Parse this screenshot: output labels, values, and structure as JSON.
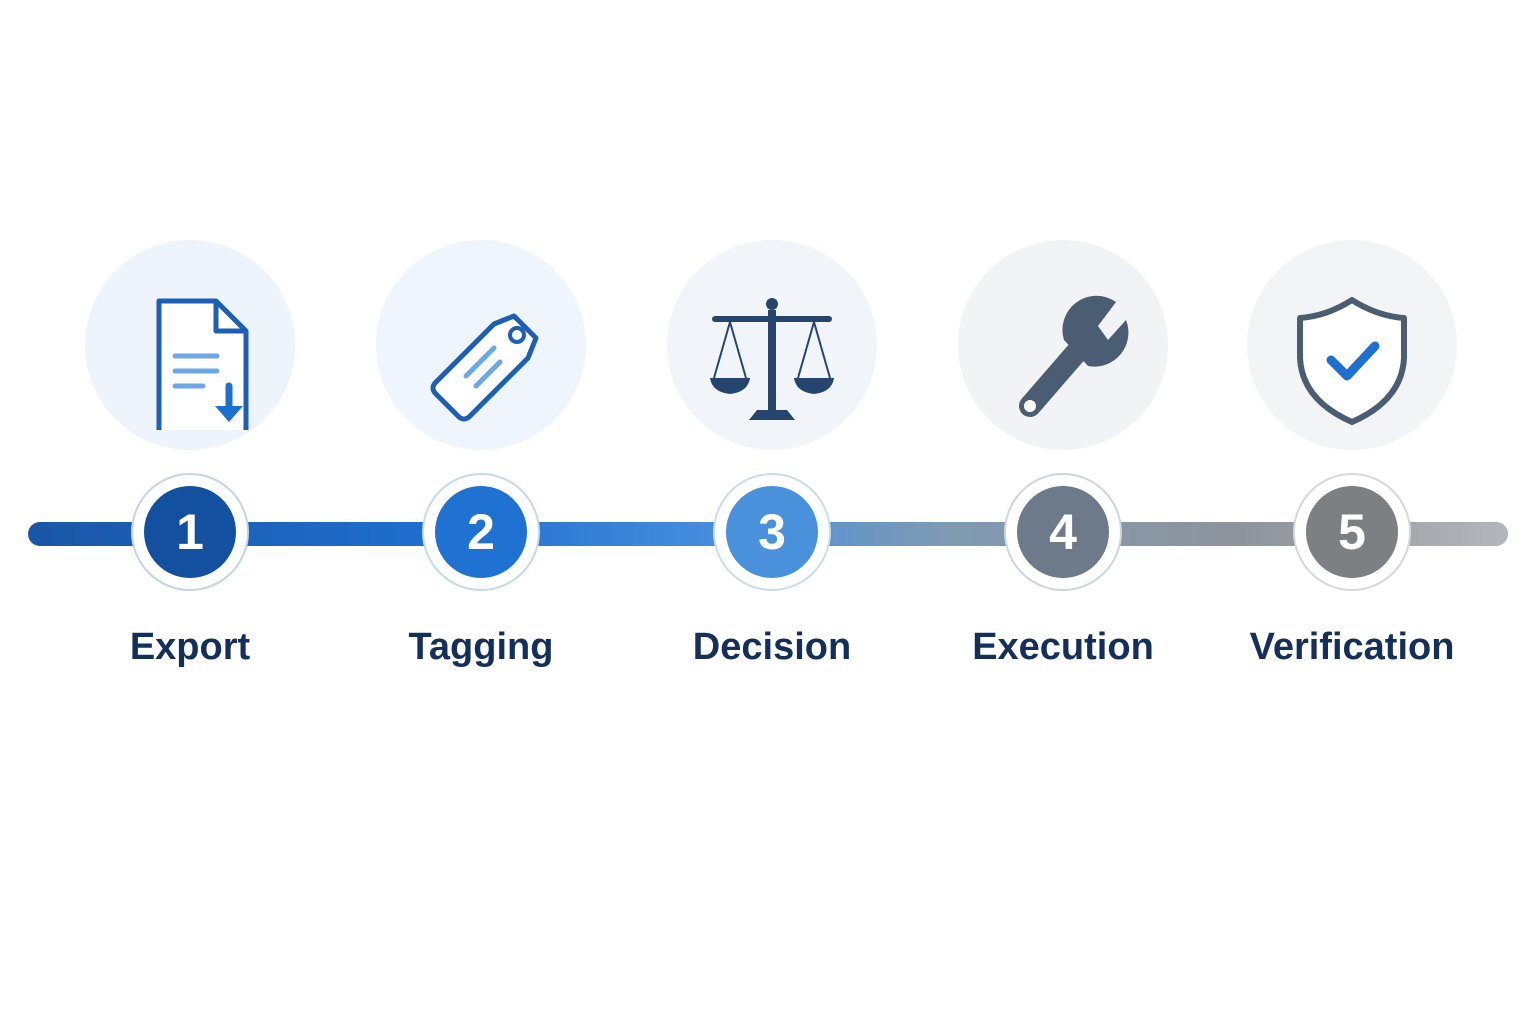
{
  "colors": {
    "label_text": "#14305a",
    "track_start": "#1a56a6",
    "track_end": "#b3b6ba"
  },
  "steps": [
    {
      "number": "1",
      "label": "Export",
      "icon": "document-download-icon",
      "disc_color": "#1450a0",
      "bubble_color": "#edf4fc",
      "ring_color": "#c2d4ec"
    },
    {
      "number": "2",
      "label": "Tagging",
      "icon": "tag-icon",
      "disc_color": "#1f72d2",
      "bubble_color": "#eff5fc",
      "ring_color": "#c4d8f0"
    },
    {
      "number": "3",
      "label": "Decision",
      "icon": "balance-scale-icon",
      "disc_color": "#4a91dc",
      "bubble_color": "#f1f5fa",
      "ring_color": "#c9dcf0"
    },
    {
      "number": "4",
      "label": "Execution",
      "icon": "wrench-icon",
      "disc_color": "#6c7a8a",
      "bubble_color": "#f2f3f5",
      "ring_color": "#cfd5dc"
    },
    {
      "number": "5",
      "label": "Verification",
      "icon": "shield-check-icon",
      "disc_color": "#7d7f83",
      "bubble_color": "#f3f4f6",
      "ring_color": "#d6d8db"
    }
  ]
}
